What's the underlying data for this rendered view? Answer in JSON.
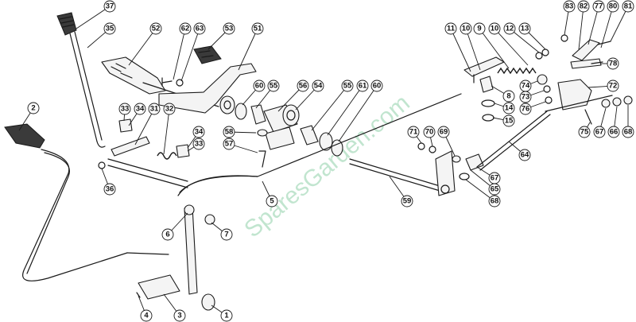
{
  "watermark": "SparesGarden.com",
  "callouts": [
    {
      "label": "37"
    },
    {
      "label": "35"
    },
    {
      "label": "52"
    },
    {
      "label": "62"
    },
    {
      "label": "63"
    },
    {
      "label": "53"
    },
    {
      "label": "51"
    },
    {
      "label": "2"
    },
    {
      "label": "33"
    },
    {
      "label": "34"
    },
    {
      "label": "31"
    },
    {
      "label": "32"
    },
    {
      "label": "60"
    },
    {
      "label": "55"
    },
    {
      "label": "56"
    },
    {
      "label": "54"
    },
    {
      "label": "55"
    },
    {
      "label": "61"
    },
    {
      "label": "60"
    },
    {
      "label": "58"
    },
    {
      "label": "57"
    },
    {
      "label": "34"
    },
    {
      "label": "33"
    },
    {
      "label": "36"
    },
    {
      "label": "5"
    },
    {
      "label": "6"
    },
    {
      "label": "7"
    },
    {
      "label": "4"
    },
    {
      "label": "3"
    },
    {
      "label": "1"
    },
    {
      "label": "11"
    },
    {
      "label": "10"
    },
    {
      "label": "9"
    },
    {
      "label": "10"
    },
    {
      "label": "12"
    },
    {
      "label": "13"
    },
    {
      "label": "8"
    },
    {
      "label": "14"
    },
    {
      "label": "15"
    },
    {
      "label": "71"
    },
    {
      "label": "70"
    },
    {
      "label": "69"
    },
    {
      "label": "59"
    },
    {
      "label": "83"
    },
    {
      "label": "82"
    },
    {
      "label": "77"
    },
    {
      "label": "80"
    },
    {
      "label": "81"
    },
    {
      "label": "78"
    },
    {
      "label": "74"
    },
    {
      "label": "73"
    },
    {
      "label": "76"
    },
    {
      "label": "72"
    },
    {
      "label": "75"
    },
    {
      "label": "67"
    },
    {
      "label": "66"
    },
    {
      "label": "68"
    },
    {
      "label": "64"
    },
    {
      "label": "67"
    },
    {
      "label": "65"
    },
    {
      "label": "68"
    }
  ]
}
